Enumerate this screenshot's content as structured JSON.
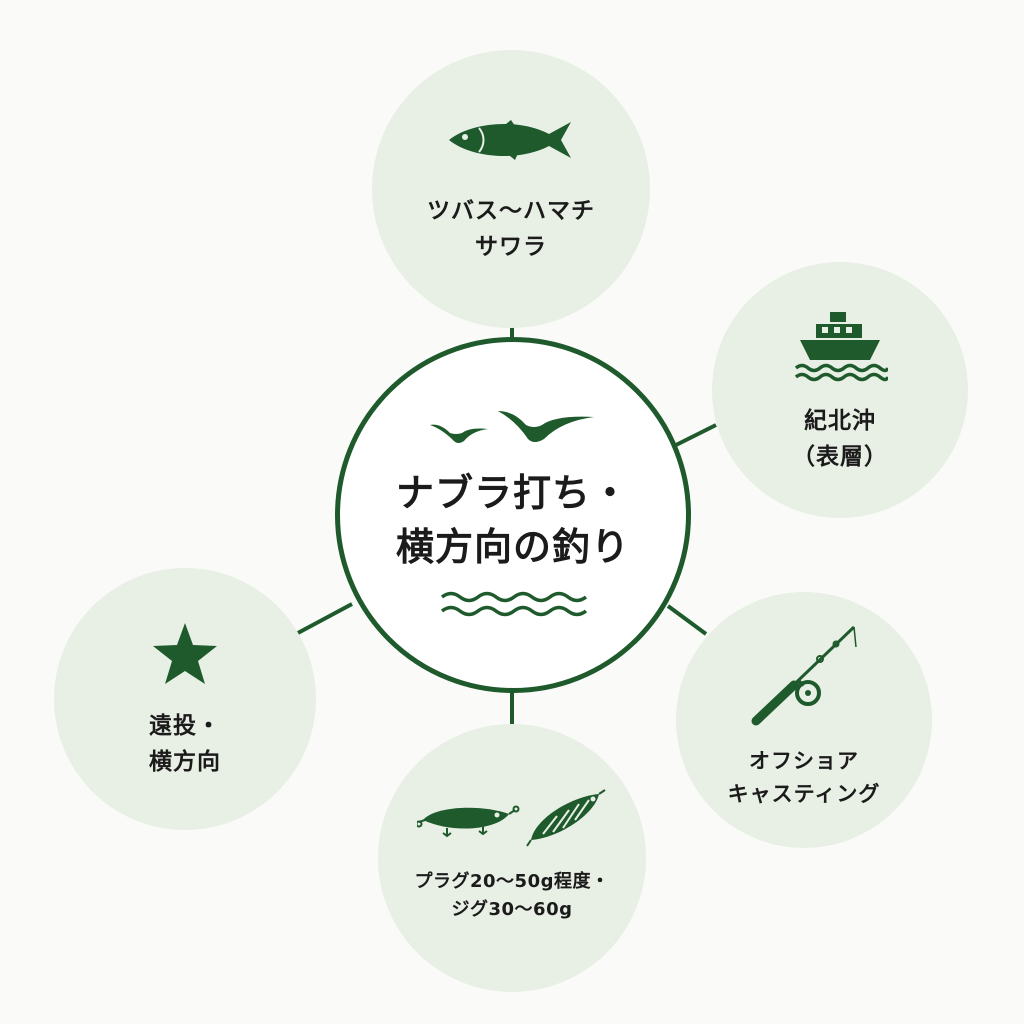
{
  "diagram": {
    "center": {
      "title_lines": [
        "ナブラ打ち・",
        "横方向の釣り"
      ],
      "icons": [
        "seagulls-icon",
        "waves-icon"
      ]
    },
    "nodes": [
      {
        "id": "target-fish",
        "icon": "fish-icon",
        "lines": [
          "ツバス〜ハマチ",
          "サワラ"
        ]
      },
      {
        "id": "area",
        "icon": "ship-icon",
        "lines": [
          "紀北沖",
          "（表層）"
        ]
      },
      {
        "id": "tackle",
        "icon": "fishing-rod-icon",
        "lines": [
          "オフショア",
          "キャスティング"
        ]
      },
      {
        "id": "lures",
        "icon": "lures-icon",
        "lines": [
          "プラグ20〜50g程度・",
          "ジグ30〜60g"
        ]
      },
      {
        "id": "style",
        "icon": "star-icon",
        "lines": [
          "遠投・",
          "横方向"
        ]
      }
    ],
    "colors": {
      "accent": "#1e5a2c",
      "node_fill": "#e8efe4",
      "background": "#fafbf9",
      "text": "#1b1b1b"
    }
  }
}
